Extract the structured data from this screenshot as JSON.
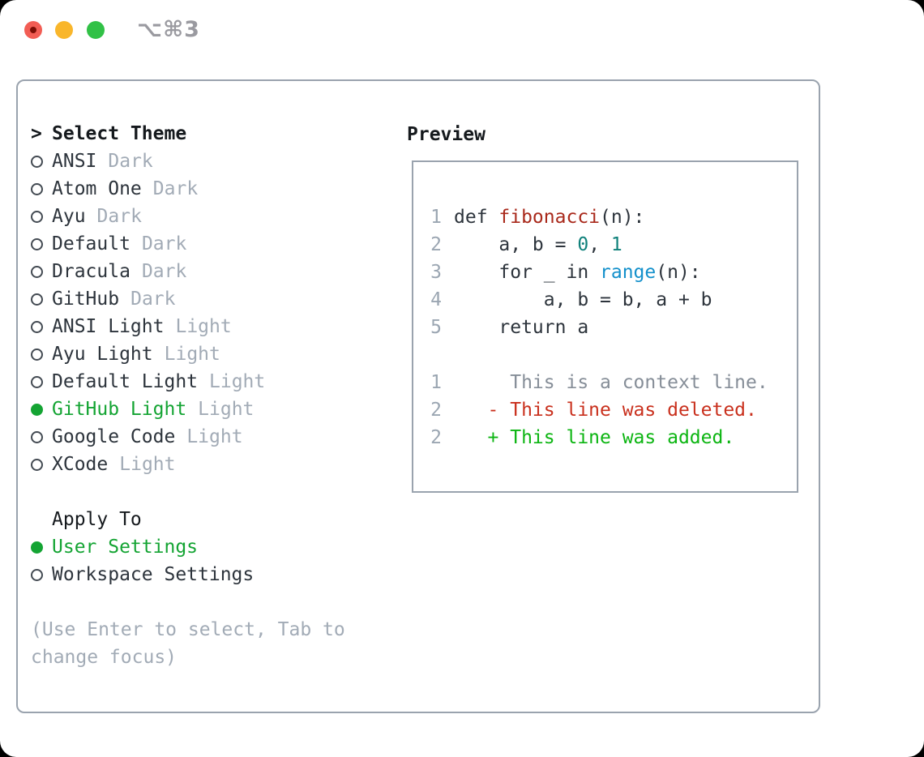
{
  "titlebar": {
    "shortcut": "⌥⌘3",
    "traffic_lights": [
      "close",
      "minimize",
      "zoom"
    ]
  },
  "theme_picker": {
    "prompt": ">",
    "title": "Select Theme",
    "themes": [
      {
        "name": "ANSI",
        "variant": "Dark",
        "selected": false
      },
      {
        "name": "Atom One",
        "variant": "Dark",
        "selected": false
      },
      {
        "name": "Ayu",
        "variant": "Dark",
        "selected": false
      },
      {
        "name": "Default",
        "variant": "Dark",
        "selected": false
      },
      {
        "name": "Dracula",
        "variant": "Dark",
        "selected": false
      },
      {
        "name": "GitHub",
        "variant": "Dark",
        "selected": false
      },
      {
        "name": "ANSI Light",
        "variant": "Light",
        "selected": false
      },
      {
        "name": "Ayu Light",
        "variant": "Light",
        "selected": false
      },
      {
        "name": "Default Light",
        "variant": "Light",
        "selected": false
      },
      {
        "name": "GitHub Light",
        "variant": "Light",
        "selected": true
      },
      {
        "name": "Google Code",
        "variant": "Light",
        "selected": false
      },
      {
        "name": "XCode",
        "variant": "Light",
        "selected": false
      }
    ],
    "apply_to": {
      "title": "Apply To",
      "options": [
        {
          "label": "User Settings",
          "selected": true
        },
        {
          "label": "Workspace Settings",
          "selected": false
        }
      ]
    },
    "hint": "(Use Enter to select, Tab to change focus)"
  },
  "preview": {
    "title": "Preview",
    "code_lines": [
      {
        "num": "1",
        "tokens": [
          {
            "t": "def ",
            "c": "fg"
          },
          {
            "t": "fibonacci",
            "c": "red"
          },
          {
            "t": "(n):",
            "c": "fg"
          }
        ]
      },
      {
        "num": "2",
        "tokens": [
          {
            "t": "    a, b = ",
            "c": "fg"
          },
          {
            "t": "0",
            "c": "teal"
          },
          {
            "t": ", ",
            "c": "fg"
          },
          {
            "t": "1",
            "c": "teal"
          }
        ]
      },
      {
        "num": "3",
        "tokens": [
          {
            "t": "    for _ in ",
            "c": "fg"
          },
          {
            "t": "range",
            "c": "blue"
          },
          {
            "t": "(n):",
            "c": "fg"
          }
        ]
      },
      {
        "num": "4",
        "tokens": [
          {
            "t": "        a, b = b, a + b",
            "c": "fg"
          }
        ]
      },
      {
        "num": "5",
        "tokens": [
          {
            "t": "    return a",
            "c": "fg"
          }
        ]
      },
      {
        "num": "",
        "tokens": []
      },
      {
        "num": "1",
        "tokens": [
          {
            "t": "     This is a context line.",
            "c": "dim"
          }
        ]
      },
      {
        "num": "2",
        "tokens": [
          {
            "t": "   - This line was deleted.",
            "c": "del"
          }
        ]
      },
      {
        "num": "2",
        "tokens": [
          {
            "t": "   + This line was added.",
            "c": "add"
          }
        ]
      }
    ]
  },
  "colors": {
    "panel_border": "#9aa3ae",
    "selected_green": "#14a433",
    "dim_text": "#a2abb6",
    "code_foreground": "#2d343c",
    "function_red": "#a9291b",
    "number_teal": "#10817b",
    "builtin_blue": "#1390cb",
    "diff_deleted": "#c9301d",
    "diff_added": "#0cb512",
    "traffic_red": "#f25d54",
    "traffic_yellow": "#f9b62b",
    "traffic_green": "#31c146"
  }
}
